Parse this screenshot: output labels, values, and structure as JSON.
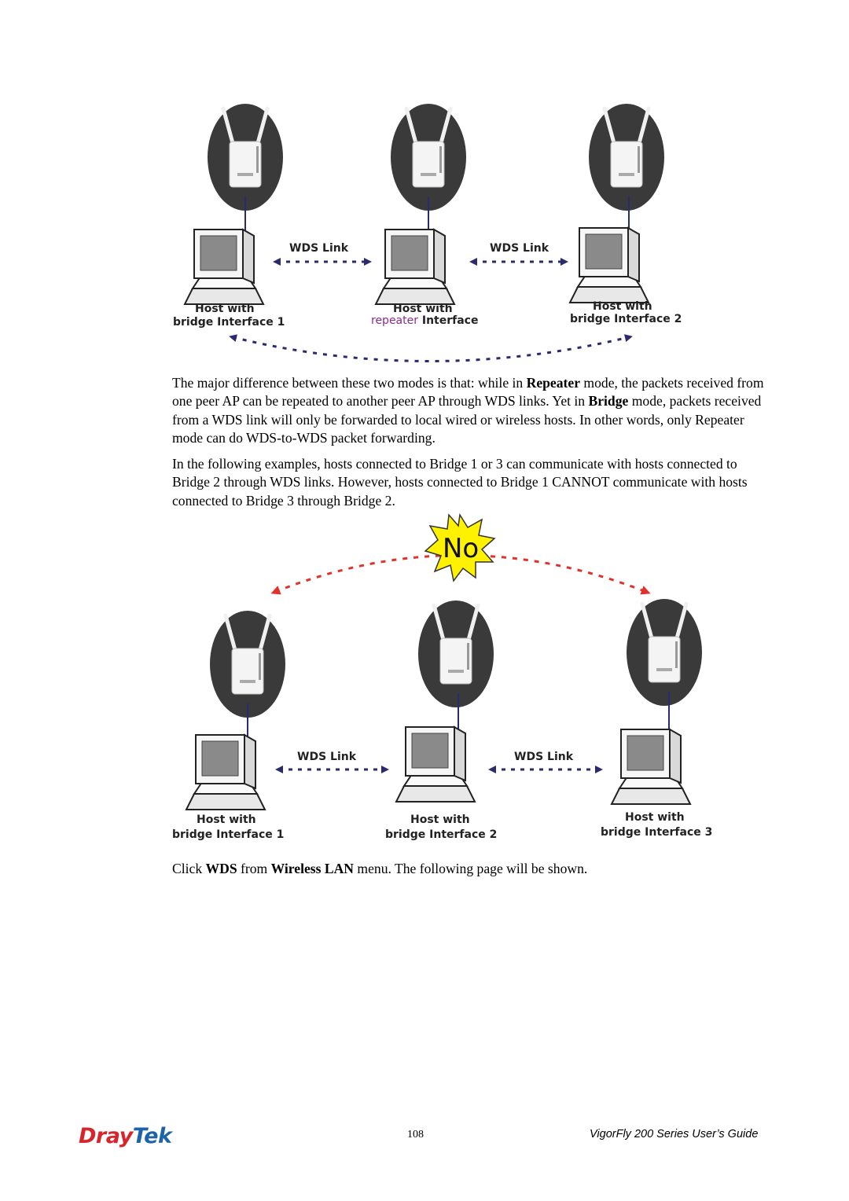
{
  "figure1": {
    "wds_link_left": "WDS Link",
    "wds_link_right": "WDS Link",
    "host_left_line1": "Host with",
    "host_left_line2": "bridge Interface 1",
    "host_mid_line1": "Host with",
    "host_mid_line2_a": "repeater",
    "host_mid_line2_b": " Interface",
    "host_right_line1": "Host with",
    "host_right_line2": "bridge Interface 2"
  },
  "paragraphs": {
    "p1": {
      "t1": "The major difference between these two modes is that: while in ",
      "b1": "Repeater",
      "t2": " mode, the packets received from one peer AP can be repeated to another peer AP through WDS links. Yet in ",
      "b2": "Bridge",
      "t3": " mode, packets received from a WDS link will only be forwarded to local wired or wireless hosts. In other words, only Repeater mode can do WDS-to-WDS packet forwarding."
    },
    "p2": "In the following examples, hosts connected to Bridge 1 or 3 can communicate with hosts connected to Bridge 2 through WDS links. However, hosts connected to Bridge 1 CANNOT communicate with hosts connected to Bridge 3 through Bridge 2.",
    "p3": {
      "t1": "Click ",
      "b1": "WDS",
      "t2": " from ",
      "b2": "Wireless LAN",
      "t3": " menu. The following page will be shown."
    }
  },
  "figure2": {
    "no_label": "No",
    "wds_link_left": "WDS Link",
    "wds_link_right": "WDS Link",
    "host_left_line1": "Host with",
    "host_left_line2": "bridge Interface 1",
    "host_mid_line1": "Host with",
    "host_mid_line2": "bridge Interface 2",
    "host_right_line1": "Host with",
    "host_right_line2": "bridge Interface 3"
  },
  "footer": {
    "logo_dray": "Dray",
    "logo_tek": "Tek",
    "page_number": "108",
    "guide_title": "VigorFly 200 Series User’s Guide"
  },
  "colors": {
    "link_arrow": "#2a2a6e",
    "no_arrow": "#e0322b",
    "star": "#fff200",
    "ap_disc": "#3a3a3a"
  }
}
